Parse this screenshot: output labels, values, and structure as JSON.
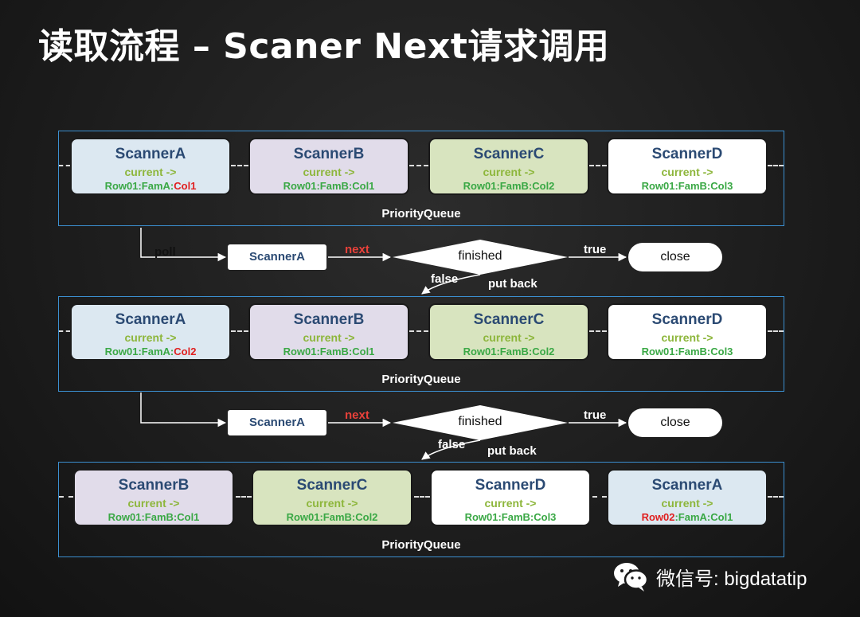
{
  "title": "读取流程 – Scaner Next请求调用",
  "queue_label": "PriorityQueue",
  "queues": [
    {
      "scanners": [
        {
          "name": "ScannerA",
          "current": "current ->",
          "row_prefix": "Row01:FamA:",
          "row_highlight": "Col1",
          "row_suffix": "",
          "bg": "#dce8f1"
        },
        {
          "name": "ScannerB",
          "current": "current ->",
          "row_prefix": "Row01:FamB:Col1",
          "row_highlight": "",
          "row_suffix": "",
          "bg": "#e1dcea"
        },
        {
          "name": "ScannerC",
          "current": "current ->",
          "row_prefix": "Row01:FamB:Col2",
          "row_highlight": "",
          "row_suffix": "",
          "bg": "#d8e4bf"
        },
        {
          "name": "ScannerD",
          "current": "current ->",
          "row_prefix": "Row01:FamB:Col3",
          "row_highlight": "",
          "row_suffix": "",
          "bg": "#ffffff"
        }
      ]
    },
    {
      "scanners": [
        {
          "name": "ScannerA",
          "current": "current ->",
          "row_prefix": "Row01:FamA:",
          "row_highlight": "Col2",
          "row_suffix": "",
          "bg": "#dce8f1"
        },
        {
          "name": "ScannerB",
          "current": "current ->",
          "row_prefix": "Row01:FamB:Col1",
          "row_highlight": "",
          "row_suffix": "",
          "bg": "#e1dcea"
        },
        {
          "name": "ScannerC",
          "current": "current ->",
          "row_prefix": "Row01:FamB:Col2",
          "row_highlight": "",
          "row_suffix": "",
          "bg": "#d8e4bf"
        },
        {
          "name": "ScannerD",
          "current": "current ->",
          "row_prefix": "Row01:FamB:Col3",
          "row_highlight": "",
          "row_suffix": "",
          "bg": "#ffffff"
        }
      ]
    },
    {
      "scanners": [
        {
          "name": "ScannerB",
          "current": "current ->",
          "row_prefix": "Row01:FamB:Col1",
          "row_highlight": "",
          "row_suffix": "",
          "bg": "#e1dcea"
        },
        {
          "name": "ScannerC",
          "current": "current ->",
          "row_prefix": "Row01:FamB:Col2",
          "row_highlight": "",
          "row_suffix": "",
          "bg": "#d8e4bf"
        },
        {
          "name": "ScannerD",
          "current": "current ->",
          "row_prefix": "Row01:FamB:Col3",
          "row_highlight": "",
          "row_suffix": "",
          "bg": "#ffffff"
        },
        {
          "name": "ScannerA",
          "current": "current ->",
          "row_prefix": "",
          "row_highlight": "Row02",
          "row_suffix": ":FamA:Col1",
          "bg": "#dce8f1"
        }
      ]
    }
  ],
  "flows": [
    {
      "poll": "poll",
      "scanner": "ScannerA",
      "next": "next",
      "decision": "finished",
      "true": "true",
      "close": "close",
      "false": "false",
      "put_back": "put back"
    },
    {
      "poll": "",
      "scanner": "ScannerA",
      "next": "next",
      "decision": "finished",
      "true": "true",
      "close": "close",
      "false": "false",
      "put_back": "put back"
    }
  ],
  "watermark": "微信号: bigdatatip",
  "colors": {
    "border": "#3b8fd0",
    "name": "#2b4a73",
    "current": "#8db63b",
    "row": "#3aa845",
    "highlight": "#e02020",
    "next": "#e8413a"
  },
  "icons": [
    "wechat-icon"
  ]
}
